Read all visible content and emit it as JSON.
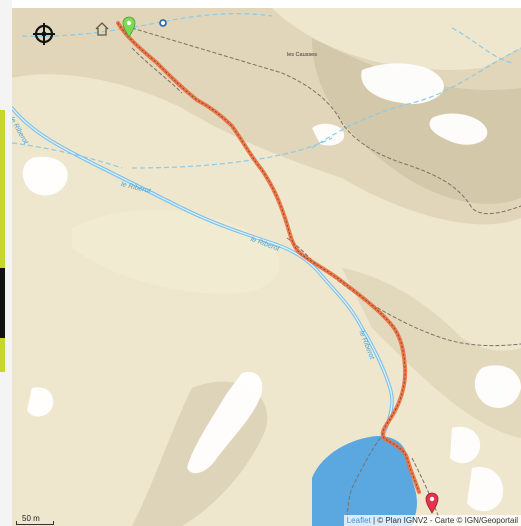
{
  "map": {
    "place_label": "les Causses",
    "rivers": [
      {
        "text": "le Riberot",
        "rotate": 60
      },
      {
        "text": "le Riberot",
        "rotate": 14
      },
      {
        "text": "le Riberot",
        "rotate": 20
      },
      {
        "text": "le Riberot",
        "rotate": 68
      }
    ],
    "route_color": "#f06a3c",
    "start_color": "#7ed957",
    "end_color": "#e2344a",
    "water_color": "#5ba8e0",
    "icons": [
      "compass-icon",
      "home-icon",
      "start-marker-icon",
      "end-marker-icon",
      "location-dot-icon"
    ]
  },
  "scale": {
    "text": "50 m"
  },
  "attribution": {
    "leaflet": "Leaflet",
    "rest": " | © Plan IGNV2 - Carte © IGN/Geoportail"
  }
}
